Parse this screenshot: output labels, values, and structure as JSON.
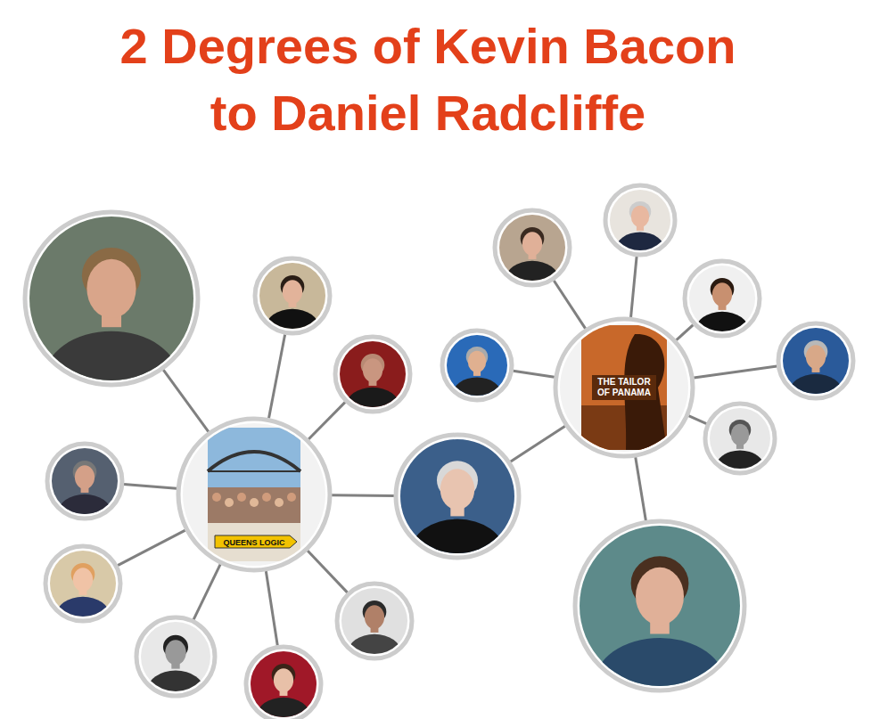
{
  "diagram": {
    "title": "2 Degrees of Kevin Bacon to Daniel Radcliffe",
    "nodes": [
      {
        "text": []
      },
      {
        "text": []
      },
      {
        "text": []
      },
      {
        "text": []
      },
      {
        "text": [
          "QUEENS LOGIC"
        ]
      },
      {
        "text": []
      },
      {
        "text": []
      },
      {
        "text": []
      },
      {
        "text": []
      },
      {
        "text": []
      },
      {
        "text": []
      },
      {
        "text": []
      },
      {
        "text": []
      },
      {
        "text": [
          "THE TAILOR OF PANAMA"
        ]
      },
      {
        "text": []
      },
      {
        "text": []
      },
      {
        "text": []
      },
      {
        "text": []
      }
    ],
    "edges": [
      {
        "from": 0,
        "to": 4,
        "arrow": "none"
      },
      {
        "from": 1,
        "to": 4,
        "arrow": "none"
      },
      {
        "from": 2,
        "to": 4,
        "arrow": "none"
      },
      {
        "from": 3,
        "to": 4,
        "arrow": "none"
      },
      {
        "from": 5,
        "to": 4,
        "arrow": "none"
      },
      {
        "from": 6,
        "to": 4,
        "arrow": "none"
      },
      {
        "from": 7,
        "to": 4,
        "arrow": "none"
      },
      {
        "from": 8,
        "to": 4,
        "arrow": "none"
      },
      {
        "from": 4,
        "to": 9,
        "arrow": "none"
      },
      {
        "from": 9,
        "to": 13,
        "arrow": "none"
      },
      {
        "from": 10,
        "to": 13,
        "arrow": "none"
      },
      {
        "from": 11,
        "to": 13,
        "arrow": "none"
      },
      {
        "from": 12,
        "to": 13,
        "arrow": "none"
      },
      {
        "from": 14,
        "to": 13,
        "arrow": "none"
      },
      {
        "from": 15,
        "to": 13,
        "arrow": "none"
      },
      {
        "from": 16,
        "to": 13,
        "arrow": "none"
      },
      {
        "from": 13,
        "to": 17,
        "arrow": "none"
      }
    ]
  }
}
